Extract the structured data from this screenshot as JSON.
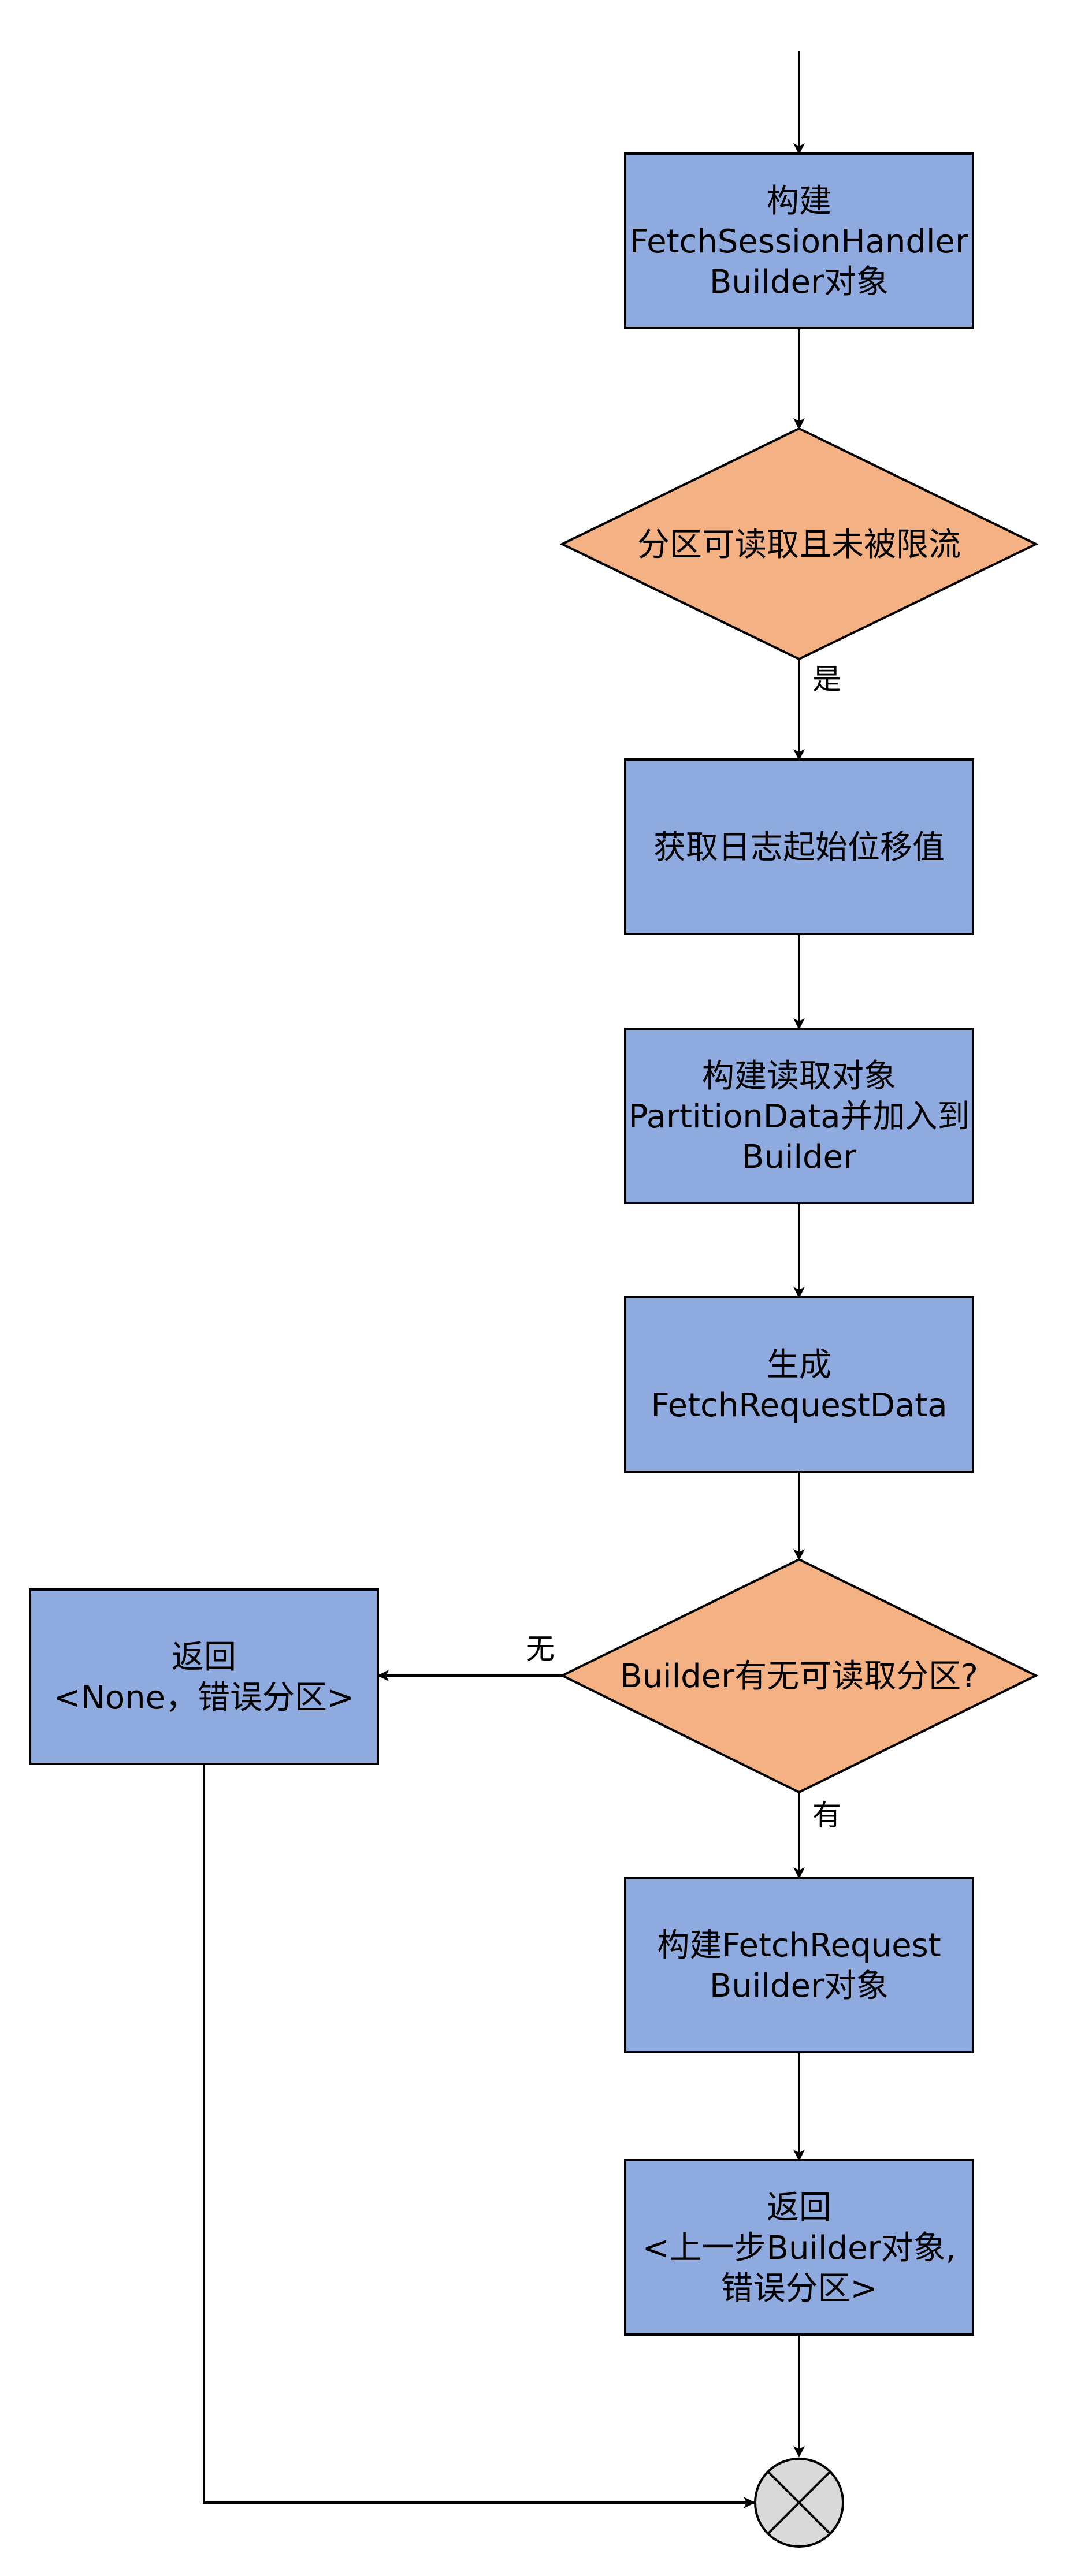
{
  "colors": {
    "process_fill": "#8eaadf",
    "decision_fill": "#f4b183",
    "end_fill": "#d9d9d9",
    "stroke": "#000000"
  },
  "nodes": {
    "build_session_builder": {
      "lines": [
        "构建",
        "FetchSessionHandler",
        "Builder对象"
      ]
    },
    "partition_readable_check": {
      "lines": [
        "分区可读取且未被限流"
      ]
    },
    "get_log_start_offset": {
      "lines": [
        "获取日志起始位移值"
      ]
    },
    "build_partition_data": {
      "lines": [
        "构建读取对象",
        "PartitionData并加入到",
        "Builder"
      ]
    },
    "generate_request_data": {
      "lines": [
        "生成",
        "FetchRequestData"
      ]
    },
    "builder_has_partition_check": {
      "lines": [
        "Builder有无可读取分区?"
      ]
    },
    "return_none": {
      "lines": [
        "返回",
        "<None，错误分区>"
      ]
    },
    "build_request_builder": {
      "lines": [
        "构建FetchRequest",
        "Builder对象"
      ]
    },
    "return_builder": {
      "lines": [
        "返回",
        "<上一步Builder对象,",
        "错误分区>"
      ]
    },
    "end_symbol": {
      "icon": "circle-x-icon"
    }
  },
  "edges": {
    "yes_label": "是",
    "none_label": "无",
    "has_label": "有"
  }
}
